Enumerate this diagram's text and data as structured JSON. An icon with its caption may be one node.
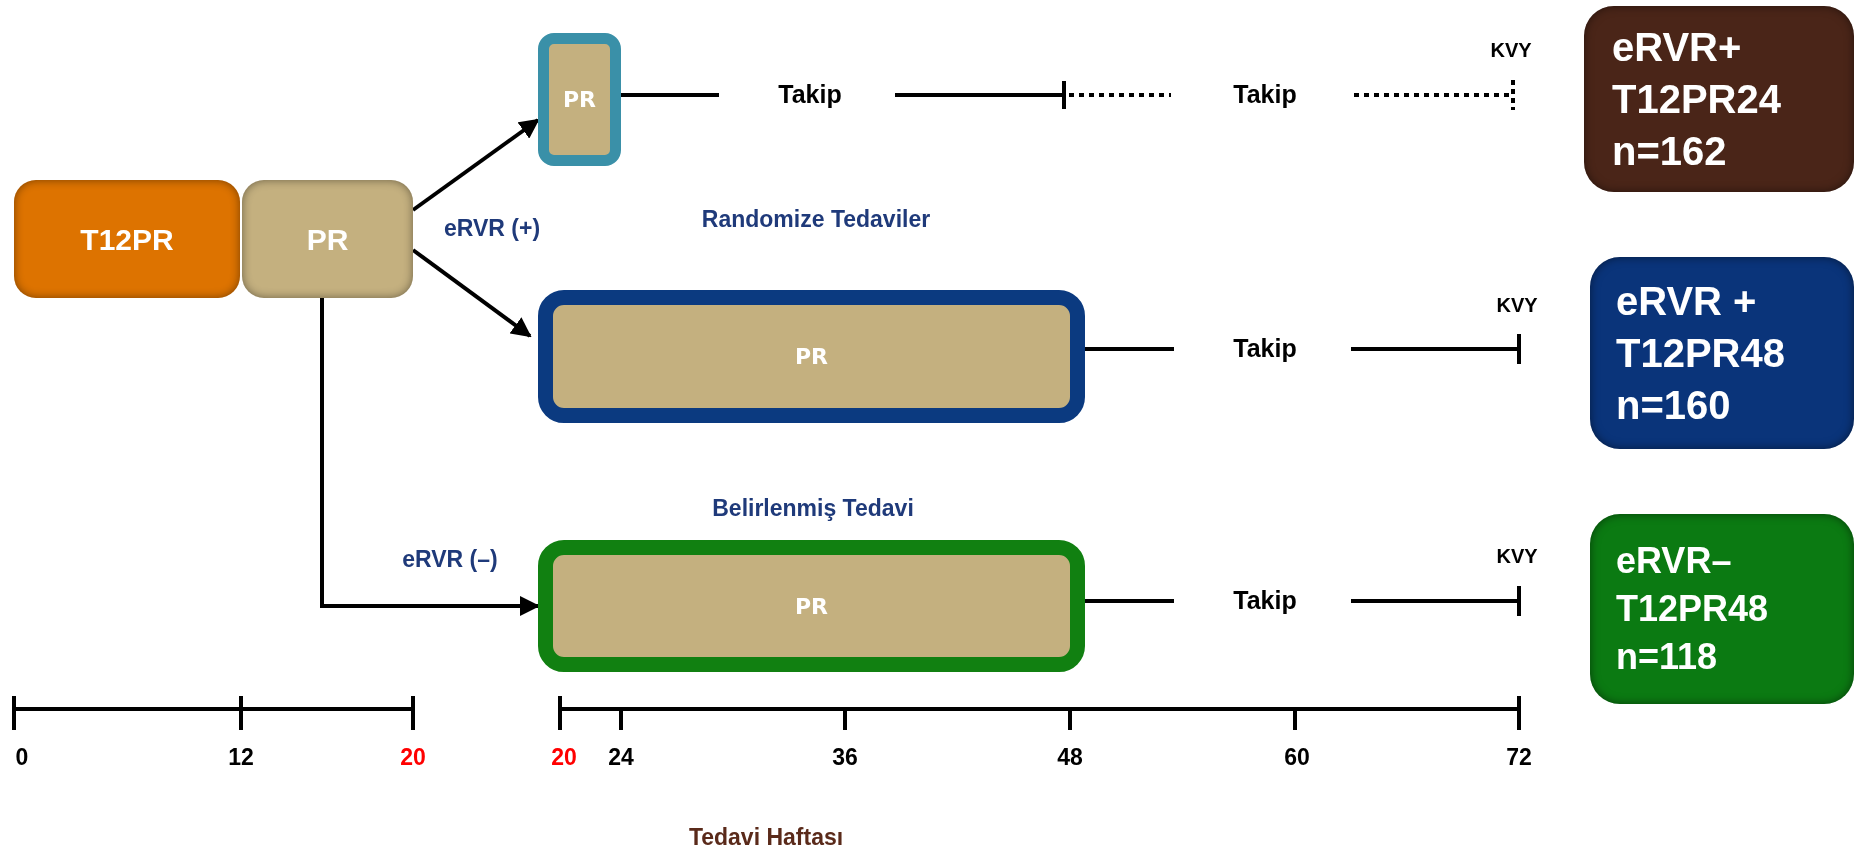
{
  "diagram": {
    "nodes": [
      {
        "text": [
          "T12PR"
        ]
      },
      {
        "text": [
          "PR"
        ]
      },
      {
        "text": [
          "PR"
        ]
      },
      {
        "text": [
          "PR"
        ]
      },
      {
        "text": [
          "PR"
        ]
      },
      {
        "text": [
          "eRVR+ T12PR24 n=162"
        ]
      },
      {
        "text": [
          "eRVR + T12PR48 n=160"
        ]
      },
      {
        "text": [
          "eRVR– T12PR48 n=118"
        ]
      }
    ],
    "edges": [
      {
        "from": 1,
        "to": 2,
        "arrow": "to"
      },
      {
        "from": 1,
        "to": 3,
        "arrow": "to"
      },
      {
        "from": 1,
        "to": 4,
        "arrow": "to",
        "label": "eRVR (–)"
      }
    ],
    "labels": [
      "KVY",
      "Takip",
      "Takip",
      "Randomize Tedaviler",
      "eRVR (+)",
      "KVY",
      "Takip",
      "Belirlenmiş Tedavi",
      "KVY",
      "Takip",
      "0",
      "12",
      "20",
      "20",
      "24",
      "36",
      "48",
      "60",
      "72",
      "Tedavi Haftası"
    ]
  }
}
